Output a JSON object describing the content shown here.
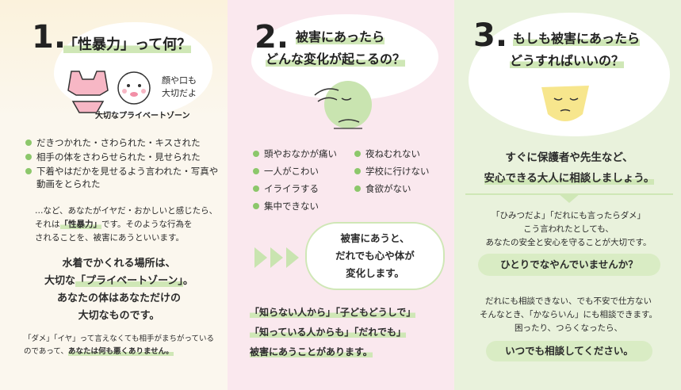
{
  "col1": {
    "number": "1.",
    "title": "「性暴力」って何？",
    "handnote_1": "顔や口も",
    "handnote_2": "大切だよ",
    "caption": "大切なプライベートゾーン",
    "bullets": [
      "だきつかれた・さわられた・キスされた",
      "相手の体をさわらせられた・見せられた",
      "下着やはだかを見せるよう言われた・写真や動画をとられた"
    ],
    "para_1": "…など、あなたがイヤだ・おかしいと感じたら、",
    "para_2a": "それは",
    "para_2b": "「性暴力」",
    "para_2c": "です。そのような行為を",
    "para_3": "されることを、被害にあうといいます。",
    "bold_1": "水着でかくれる場所は、",
    "bold_2a": "大切な",
    "bold_2b": "「プライベートゾーン」",
    "bold_2c": "。",
    "bold_3": "あなたの体はあなただけの",
    "bold_4": "大切なものです。",
    "note_1": "「ダメ」「イヤ」って言えなくても相手がまちがっている",
    "note_2a": "のであって、",
    "note_2b": "あなたは何も悪くありません。"
  },
  "col2": {
    "number": "2.",
    "title_1": "被害にあったら",
    "title_2": "どんな変化が起こるの？",
    "bullets_left": [
      "頭やおなかが痛い",
      "一人がこわい",
      "イライラする",
      "集中できない"
    ],
    "bullets_right": [
      "夜ねむれない",
      "学校に行けない",
      "食欲がない"
    ],
    "bubble_1": "被害にあうと、",
    "bubble_2": "だれでも心や体が",
    "bubble_3": "変化します。",
    "quote_1": "「知らない人から」「子どもどうしで」",
    "quote_2": "「知っている人からも」「だれでも」",
    "quote_3": "被害にあうことがあります。"
  },
  "col3": {
    "number": "3.",
    "title_1": "もしも被害にあったら",
    "title_2": "どうすればいいの？",
    "advice_1": "すぐに保護者や先生など、",
    "advice_2": "安心できる大人に相談しましょう。",
    "para_1": "「ひみつだよ」「だれにも言ったらダメ」",
    "para_2": "こう言われたとしても、",
    "para_3": "あなたの安全と安心を守ることが大切です。",
    "pill_1": "ひとりでなやんでいませんか？",
    "para_4": "だれにも相談できない、でも不安で仕方ない",
    "para_5": "そんなとき、「かならいん」にも相談できます。",
    "para_6": "困ったり、つらくなったら、",
    "pill_2": "いつでも相談してください。"
  },
  "colors": {
    "green": "#8cc76b",
    "light_green": "#d9ecc4",
    "pink": "#fae8ee",
    "mint": "#e9f2dc"
  }
}
